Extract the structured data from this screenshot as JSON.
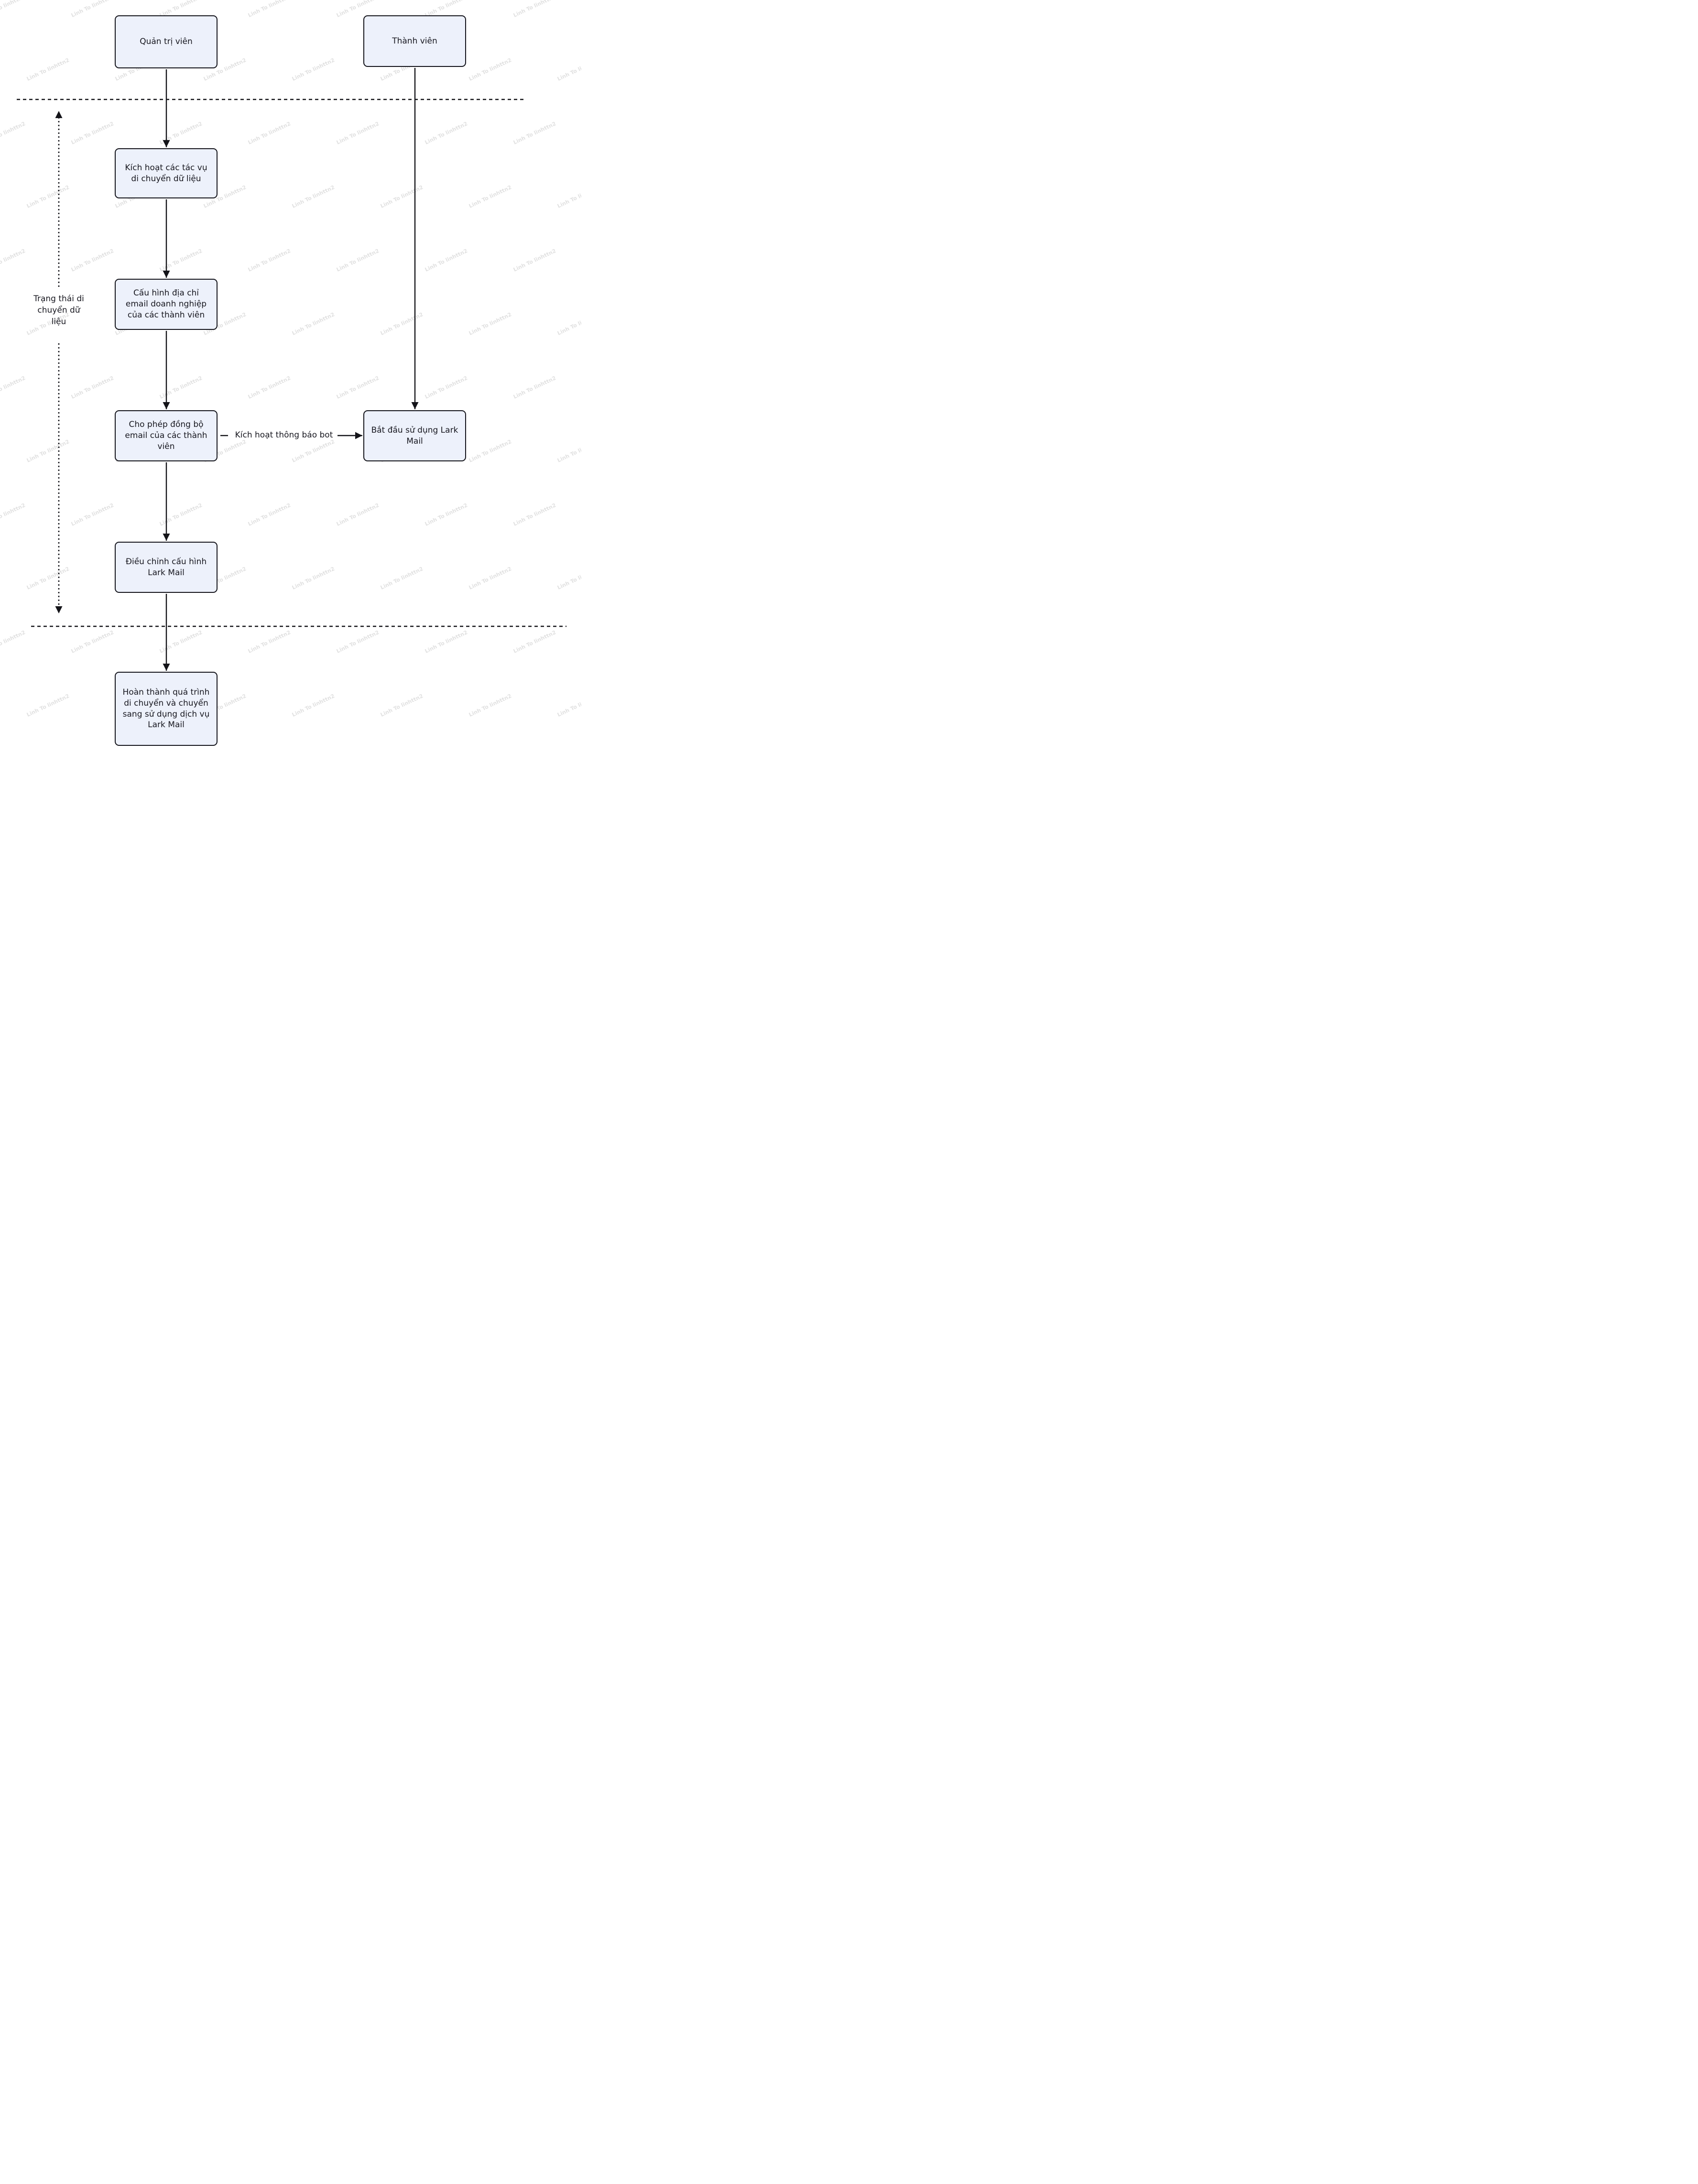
{
  "diagram": {
    "watermark": "Linh To linhttn2",
    "nodes": {
      "admin": "Quản trị viên",
      "member": "Thành viên",
      "step1": "Kích hoạt các tác vụ di chuyển dữ liệu",
      "step2": "Cấu hình địa chỉ email doanh nghiệp của các thành viên",
      "step3": "Cho phép đồng bộ email của các thành viên",
      "lark_start": "Bắt đầu sử dụng Lark Mail",
      "step4": "Điều chỉnh cấu hình Lark Mail",
      "final": "Hoàn thành quá trình di chuyển và chuyển sang sử dụng dịch vụ Lark Mail"
    },
    "labels": {
      "migration_status": "Trạng thái di chuyển dữ liệu",
      "bot_notification": "Kích hoạt thông báo bot"
    },
    "colors": {
      "node_fill": "#edf1fb",
      "node_border": "#15151c",
      "line": "#141419",
      "text": "#17171f",
      "watermark": "#c9c9c9"
    }
  }
}
